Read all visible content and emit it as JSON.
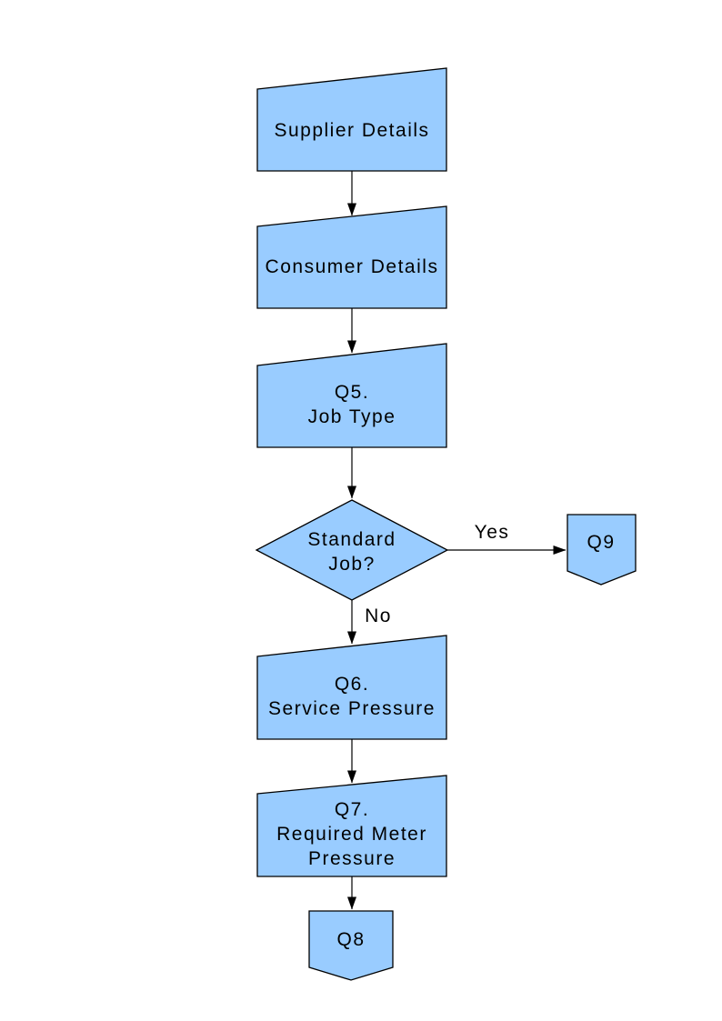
{
  "diagram": {
    "type": "flowchart",
    "colors": {
      "node_fill": "#99CCFF",
      "node_stroke": "#000000",
      "connector": "#000000",
      "text": "#000000",
      "background": "#FFFFFF"
    },
    "nodes": {
      "supplier": {
        "shape": "manual-input",
        "lines": [
          "Supplier Details"
        ]
      },
      "consumer": {
        "shape": "manual-input",
        "lines": [
          "Consumer Details"
        ]
      },
      "q5": {
        "shape": "manual-input",
        "lines": [
          "Q5.",
          "Job Type"
        ]
      },
      "decision": {
        "shape": "decision",
        "lines": [
          "Standard",
          "Job?"
        ]
      },
      "q9": {
        "shape": "off-page-connector",
        "lines": [
          "Q9"
        ]
      },
      "q6": {
        "shape": "manual-input",
        "lines": [
          "Q6.",
          "Service Pressure"
        ]
      },
      "q7": {
        "shape": "manual-input",
        "lines": [
          "Q7.",
          "Required Meter",
          "Pressure"
        ]
      },
      "q8": {
        "shape": "off-page-connector",
        "lines": [
          "Q8"
        ]
      }
    },
    "labels": {
      "yes": "Yes",
      "no": "No"
    }
  }
}
